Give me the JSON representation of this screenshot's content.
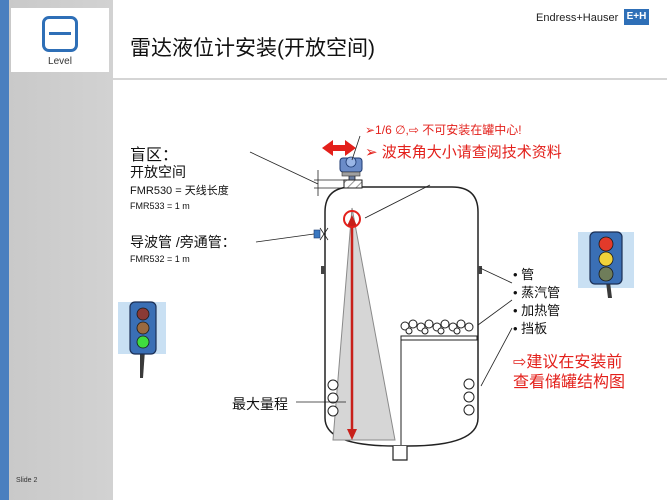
{
  "header": {
    "logo_label": "Level",
    "title": "雷达液位计安装(开放空间)",
    "brand": "Endress+Hauser",
    "brand_mark": "E+H"
  },
  "footer": {
    "slide_number": "Slide 2"
  },
  "blind_zone": {
    "heading": "盲区：",
    "open_space": "开放空间",
    "fmr530": "FMR530 = 天线长度",
    "fmr533": "FMR533 = 1 m",
    "waveguide": "导波管 /旁通管：",
    "fmr532": "FMR532 = 1 m"
  },
  "notes": {
    "line1": "➢1/6 ∅,⇨ 不可安装在罐中心!",
    "line2": "➢ 波束角大小请查阅技术资料"
  },
  "obstacles": [
    "• 管",
    "• 蒸汽管",
    "• 加热管",
    "• 挡板"
  ],
  "recommendation": [
    "⇨建议在安装前",
    "查看储罐结构图"
  ],
  "max_range_label": "最大量程",
  "colors": {
    "accent_red": "#e3201b",
    "brand_blue": "#2e6fb7",
    "sidebar_blue": "#4a7fbf"
  }
}
